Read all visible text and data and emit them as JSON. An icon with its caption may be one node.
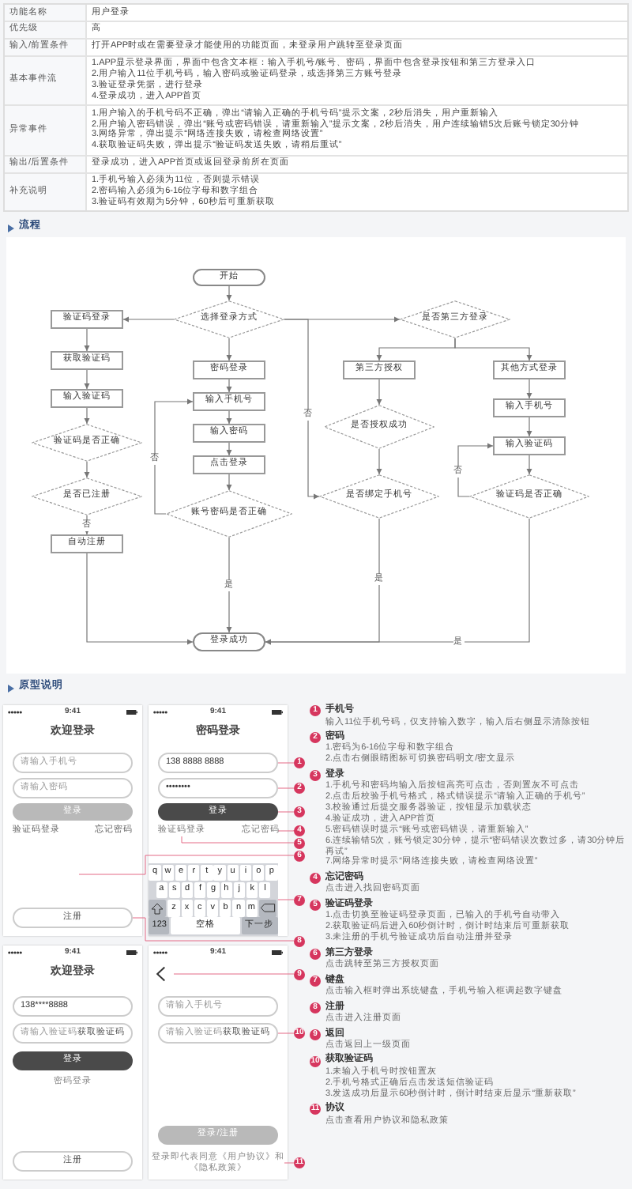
{
  "diagram": {
    "nodes": [
      {
        "text": [
          "开始"
        ]
      },
      {
        "text": [
          "选择登录方式"
        ]
      },
      {
        "text": [
          "是否第三方登录"
        ]
      },
      {
        "text": [
          "验证码登录"
        ]
      },
      {
        "text": [
          "获取验证码"
        ]
      },
      {
        "text": [
          "输入验证码"
        ]
      },
      {
        "text": [
          "验证码是否正确"
        ]
      },
      {
        "text": [
          "是否已注册"
        ]
      },
      {
        "text": [
          "自动注册"
        ]
      },
      {
        "text": [
          "密码登录"
        ]
      },
      {
        "text": [
          "输入手机号"
        ]
      },
      {
        "text": [
          "输入密码"
        ]
      },
      {
        "text": [
          "点击登录"
        ]
      },
      {
        "text": [
          "账号密码是否正确"
        ]
      },
      {
        "text": [
          "第三方授权"
        ]
      },
      {
        "text": [
          "是否授权成功"
        ]
      },
      {
        "text": [
          "是否绑定手机号"
        ]
      },
      {
        "text": [
          "其他方式登录"
        ]
      },
      {
        "text": [
          "输入手机号"
        ]
      },
      {
        "text": [
          "输入验证码"
        ]
      },
      {
        "text": [
          "验证码是否正确"
        ]
      },
      {
        "text": [
          "登录成功"
        ]
      },
      {
        "text": [
          "请输入手机号"
        ]
      },
      {
        "text": [
          "请输入密码"
        ]
      },
      {
        "text": [
          "登录"
        ]
      },
      {
        "text": [
          "注册"
        ]
      },
      {
        "text": [
          "138 8888 8888"
        ]
      },
      {
        "text": [
          "••••••••"
        ]
      },
      {
        "text": [
          "登录"
        ]
      },
      {
        "text": [
          "验证码登录"
        ]
      },
      {
        "text": [
          "忘记密码"
        ]
      },
      {
        "text": [
          "q",
          "w",
          "e",
          "r",
          "t",
          "y",
          "u",
          "i",
          "o",
          "p",
          "a",
          "s",
          "d",
          "f",
          "g",
          "h",
          "j",
          "k",
          "l",
          "z",
          "x",
          "c",
          "v",
          "b",
          "n",
          "m",
          "123",
          "空格",
          "下一步"
        ]
      },
      {
        "text": [
          "138****8888"
        ]
      },
      {
        "text": [
          "请输入验证码",
          "获取验证码"
        ]
      },
      {
        "text": [
          "登录"
        ]
      },
      {
        "text": [
          "注册"
        ]
      },
      {
        "text": [],
        "shape": "chevron"
      },
      {
        "text": [
          "请输入手机号"
        ]
      },
      {
        "text": [
          "请输入验证码",
          "获取验证码"
        ]
      },
      {
        "text": [
          "登录/注册"
        ]
      },
      {
        "text": [
          "登录即代表同意《用户协议》和《隐私政策》"
        ]
      },
      {
        "text": [
          "1"
        ]
      },
      {
        "text": [
          "2"
        ]
      },
      {
        "text": [
          "3"
        ]
      },
      {
        "text": [
          "4"
        ]
      },
      {
        "text": [
          "5"
        ]
      },
      {
        "text": [
          "6"
        ]
      },
      {
        "text": [
          "7"
        ]
      },
      {
        "text": [
          "8"
        ]
      },
      {
        "text": [
          "9"
        ]
      },
      {
        "text": [
          "10"
        ]
      },
      {
        "text": [
          "11"
        ]
      },
      {
        "text": [
          "1"
        ],
        "beside": [
          "手机号",
          "输入11位手机号码，仅支持输入数字，输入后右侧显示清除按钮"
        ]
      },
      {
        "text": [
          "2"
        ],
        "beside": [
          "密码",
          "1.密码为6-16位字母和数字组合",
          "2.点击右侧眼睛图标可切换密码明文/密文显示"
        ]
      },
      {
        "text": [
          "3"
        ],
        "beside": [
          "登录",
          "1.手机号和密码均输入后按钮高亮可点击，否则置灰不可点击",
          "2.点击后校验手机号格式，格式错误提示“请输入正确的手机号”",
          "3.校验通过后提交服务器验证，按钮显示加载状态",
          "4.验证成功，进入APP首页",
          "5.密码错误时提示“账号或密码错误，请重新输入”",
          "6.连续输错5次，账号锁定30分钟，提示“密码错误次数过多，请30分钟后再试”",
          "7.网络异常时提示“网络连接失败，请检查网络设置”"
        ]
      },
      {
        "text": [
          "4"
        ],
        "beside": [
          "忘记密码",
          "点击进入找回密码页面"
        ]
      },
      {
        "text": [
          "5"
        ],
        "beside": [
          "验证码登录",
          "1.点击切换至验证码登录页面，已输入的手机号自动带入",
          "2.获取验证码后进入60秒倒计时，倒计时结束后可重新获取",
          "3.未注册的手机号验证成功后自动注册并登录"
        ]
      },
      {
        "text": [
          "6"
        ],
        "beside": [
          "第三方登录",
          "点击跳转至第三方授权页面"
        ]
      },
      {
        "text": [
          "7"
        ],
        "beside": [
          "键盘",
          "点击输入框时弹出系统键盘，手机号输入框调起数字键盘"
        ]
      },
      {
        "text": [
          "8"
        ],
        "beside": [
          "注册",
          "点击进入注册页面"
        ]
      },
      {
        "text": [
          "9"
        ],
        "beside": [
          "返回",
          "点击返回上一级页面"
        ]
      },
      {
        "text": [
          "10"
        ],
        "beside": [
          "获取验证码",
          "1.未输入手机号时按钮置灰",
          "2.手机号格式正确后点击发送短信验证码",
          "3.发送成功后显示60秒倒计时，倒计时结束后显示“重新获取”"
        ]
      },
      {
        "text": [
          "11"
        ],
        "beside": [
          "协议",
          "点击查看用户协议和隐私政策"
        ]
      }
    ],
    "edges": [
      {
        "from": 0,
        "to": 1,
        "arrow": "to"
      },
      {
        "from": 1,
        "to": 3,
        "arrow": "to"
      },
      {
        "from": 1,
        "to": 9,
        "arrow": "to"
      },
      {
        "from": 1,
        "to": 2,
        "arrow": "to"
      },
      {
        "from": 2,
        "to": 14,
        "arrow": "to"
      },
      {
        "from": 2,
        "to": 17,
        "arrow": "to"
      },
      {
        "from": 1,
        "to": 16,
        "arrow": "to",
        "label": "否"
      },
      {
        "from": 3,
        "to": 4,
        "arrow": "to"
      },
      {
        "from": 4,
        "to": 5,
        "arrow": "to"
      },
      {
        "from": 5,
        "to": 6,
        "arrow": "to"
      },
      {
        "from": 6,
        "to": 7,
        "arrow": "to"
      },
      {
        "from": 7,
        "to": 8,
        "arrow": "to",
        "label": "否"
      },
      {
        "from": 8,
        "to": 21,
        "arrow": "to"
      },
      {
        "from": 9,
        "to": 10,
        "arrow": "to"
      },
      {
        "from": 10,
        "to": 11,
        "arrow": "to"
      },
      {
        "from": 11,
        "to": 12,
        "arrow": "to"
      },
      {
        "from": 12,
        "to": 13,
        "arrow": "to"
      },
      {
        "from": 13,
        "to": 10,
        "arrow": "to",
        "label": "否"
      },
      {
        "from": 13,
        "to": 21,
        "arrow": "to",
        "label": "是"
      },
      {
        "from": 14,
        "to": 15,
        "arrow": "to"
      },
      {
        "from": 15,
        "to": 16,
        "arrow": "to"
      },
      {
        "from": 16,
        "to": 21,
        "arrow": "to",
        "label": "是"
      },
      {
        "from": 17,
        "to": 18,
        "arrow": "to"
      },
      {
        "from": 18,
        "to": 19,
        "arrow": "to"
      },
      {
        "from": 19,
        "to": 20,
        "arrow": "to"
      },
      {
        "from": 20,
        "to": 19,
        "arrow": "to",
        "label": "否"
      },
      {
        "from": 20,
        "to": 21,
        "arrow": "to",
        "label": "是"
      },
      {
        "from": 41,
        "to": 26,
        "arrow": "none",
        "color": "#e46a86"
      },
      {
        "from": 42,
        "to": 27,
        "arrow": "none",
        "color": "#e46a86"
      },
      {
        "from": 43,
        "to": 28,
        "arrow": "none",
        "color": "#e46a86"
      },
      {
        "from": 44,
        "to": 30,
        "arrow": "none",
        "color": "#e46a86"
      },
      {
        "from": 45,
        "to": 29,
        "arrow": "none",
        "color": "#e46a86"
      },
      {
        "from": 46,
        "to": null,
        "arrow": "none",
        "color": "#e46a86"
      },
      {
        "from": 47,
        "to": 31,
        "arrow": "none",
        "color": "#e46a86"
      },
      {
        "from": 48,
        "to": 25,
        "arrow": "none",
        "color": "#e46a86"
      },
      {
        "from": 49,
        "to": 36,
        "arrow": "none",
        "color": "#e46a86"
      },
      {
        "from": 50,
        "to": 38,
        "arrow": "none",
        "color": "#e46a86"
      },
      {
        "from": 51,
        "to": 40,
        "arrow": "none",
        "color": "#e46a86"
      }
    ],
    "labels": [
      "功能名称",
      "用户登录",
      "优先级",
      "高",
      "输入/前置条件",
      "打开APP时或在需要登录才能使用的功能页面，未登录用户跳转至登录页面",
      "基本事件流",
      "1.APP显示登录界面，界面中包含文本框：输入手机号/账号、密码，界面中包含登录按钮和第三方登录入口",
      "2.用户输入11位手机号码，输入密码或验证码登录，或选择第三方账号登录",
      "3.验证登录凭据，进行登录",
      "4.登录成功，进入APP首页",
      "异常事件",
      "1.用户输入的手机号码不正确，弹出“请输入正确的手机号码”提示文案，2秒后消失，用户重新输入",
      "2.用户输入密码错误，弹出“账号或密码错误，请重新输入”提示文案，2秒后消失，用户连续输错5次后账号锁定30分钟",
      "3.网络异常，弹出提示“网络连接失败，请检查网络设置”",
      "4.获取验证码失败，弹出提示“验证码发送失败，请稍后重试”",
      "输出/后置条件",
      "登录成功，进入APP首页或返回登录前所在页面",
      "补充说明",
      "1.手机号输入必须为11位，否则提示错误",
      "2.密码输入必须为6-16位字母和数字组合",
      "3.验证码有效期为5分钟，60秒后可重新获取",
      "流程",
      "原型说明",
      "9:41",
      "欢迎登录",
      "验证码登录",
      "忘记密码",
      "9:41",
      "密码登录",
      "9:41",
      "欢迎登录",
      "密码登录",
      "9:41"
    ]
  }
}
